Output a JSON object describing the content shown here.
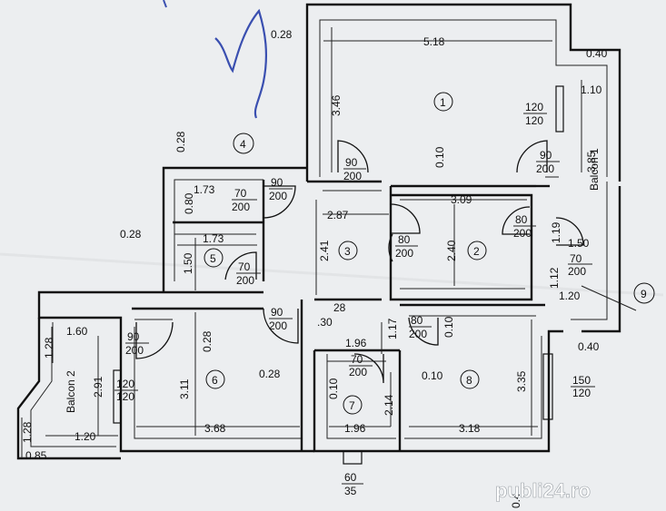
{
  "rooms": [
    "1",
    "2",
    "3",
    "4",
    "5",
    "6",
    "7",
    "8",
    "9"
  ],
  "balconies": {
    "b1": "Balcon 1",
    "b2": "Balcon 2"
  },
  "dims": {
    "top_028": "0.28",
    "w_518": "5.18",
    "r_040a": "0.40",
    "h_346": "3.46",
    "r_110": "1.10",
    "win1_a": "120",
    "win1_b": "120",
    "v_028a": "0.28",
    "v_010a": "0.10",
    "d90a": "90",
    "d200a": "200",
    "d90b": "90",
    "d200b": "200",
    "v_385": "3.85",
    "w_173a": "1.73",
    "v_080": "0.80",
    "d70a": "70",
    "d200c": "200",
    "d90c": "90",
    "d200d": "200",
    "w_287": "2.87",
    "w_309": "3.09",
    "d80a": "80",
    "d200e": "200",
    "v_119": "1.19",
    "left_028": "0.28",
    "w_173b": "1.73",
    "v_241": "2.41",
    "d80b": "80",
    "d200f": "200",
    "v_240": "2.40",
    "w_150": "1.50",
    "d70b": "70",
    "d200g": "200",
    "v_112": "1.12",
    "r_120": "1.20",
    "v_150": "1.50",
    "d70c": "70",
    "d200h": "200",
    "w_160": "1.60",
    "d90d": "90",
    "d200i": "200",
    "n_28": "28",
    "n_30": ".30",
    "v_117": "1.17",
    "d80c": "80",
    "d200j": "200",
    "v_128a": "1.28",
    "v_028b": "0.28",
    "w_196a": "1.96",
    "v_010b": "0.10",
    "r_040b": "0.40",
    "v_291": "2.91",
    "v_311": "3.11",
    "w_028c": "0.28",
    "d70d": "70",
    "d200k": "200",
    "w_010c": "0.10",
    "v_335": "3.35",
    "win2_a": "120",
    "win2_b": "120",
    "win3_a": "150",
    "win3_b": "120",
    "v_010d": "0.10",
    "v_214": "2.14",
    "v_128b": "1.28",
    "w_120": "1.20",
    "w_368": "3.68",
    "w_196b": "1.96",
    "w_318": "3.18",
    "w_085": "0.85",
    "bot_60": "60",
    "bot_35": "35",
    "bot_04": "0.4"
  },
  "watermark": "publi24.ro"
}
